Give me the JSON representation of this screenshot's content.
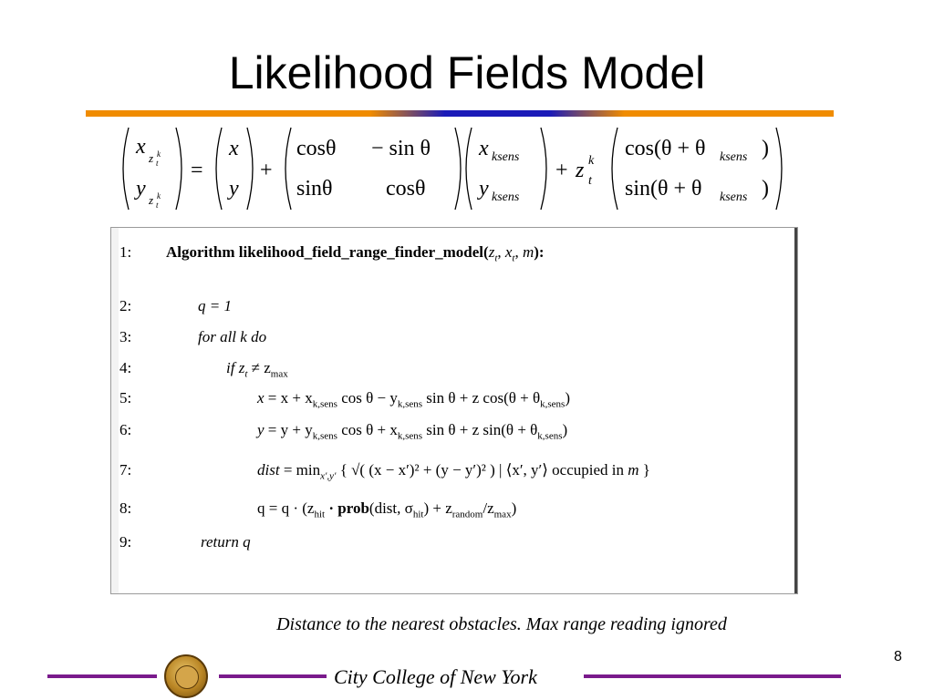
{
  "slide": {
    "title": "Likelihood Fields Model",
    "caption": "Distance to the nearest obstacles.  Max range reading ignored",
    "page_number": "8",
    "footer": "City College of New York"
  },
  "formula": {
    "lhs_x": "x",
    "lhs_y": "y",
    "lhs_sub": "z",
    "lhs_sub_t": "t",
    "lhs_sub_k": "k",
    "eq": "=",
    "vec_x": "x",
    "vec_y": "y",
    "plus1": "+",
    "cos1": "cosθ",
    "msin": "− sin θ",
    "sin1": "sinθ",
    "cos2": "cosθ",
    "xksens_x": "x",
    "xksens_sub": "ksens",
    "yksens_y": "y",
    "yksens_sub": "ksens",
    "plus2": "+",
    "z": "z",
    "z_sup": "k",
    "z_sub": "t",
    "cos_paren": "cos(θ + θ",
    "sin_paren": "sin(θ + θ",
    "ksens": "ksens",
    "close_paren": ")"
  },
  "algorithm": {
    "lines": [
      {
        "num": "1:"
      },
      {
        "num": "2:"
      },
      {
        "num": "3:"
      },
      {
        "num": "4:"
      },
      {
        "num": "5:"
      },
      {
        "num": "6:"
      },
      {
        "num": "7:"
      },
      {
        "num": "8:"
      },
      {
        "num": "9:"
      }
    ],
    "header_label": "Algorithm likelihood_field_range_finder_model(",
    "header_args": "z",
    "header_args_sub": "t",
    "header_sep": ", ",
    "header_x": "x",
    "header_x_sub": "t",
    "header_m": "m",
    "header_close": "):",
    "l2": "q = 1",
    "l3_for": "for all",
    "l3_k": "k",
    "l3_do": "do",
    "l4_if": "if",
    "l4_cond": "z",
    "l4_neq": "≠ z",
    "l4_max": "max",
    "l5_lhs": "x",
    "l5_rhs": "= x + x",
    "l5_ks": "k,sens",
    "l5_mid": " cos θ − y",
    "l5_mid2": " sin θ + z",
    "l5_end": " cos(θ + θ",
    "l5_tail": ")",
    "l6_lhs": "y",
    "l6_rhs": "= y + y",
    "l6_mid": " cos θ + x",
    "l6_mid2": " sin θ + z",
    "l6_end": " sin(θ + θ",
    "l7_dist": "dist",
    "l7_eq": " = min",
    "l7_under": "x′,y′",
    "l7_body": "{ √( (x",
    "l7_body2": " − x′)² + (y",
    "l7_body3": " − y′)² ) | ⟨x′, y′⟩ occupied in",
    "l7_m": "m",
    "l7_close": "}",
    "l8_lhs": "q = q · (z",
    "l8_hit": "hit",
    "l8_prob": " · prob",
    "l8_args": "(dist, σ",
    "l8_args2": ") + ",
    "l8_num": "z",
    "l8_num_sub": "random",
    "l8_den": "z",
    "l8_den_sub": "max",
    "l8_close": ")",
    "l9": "return q"
  },
  "colors": {
    "title_rule_orange": "#f08c00",
    "title_rule_blue": "#1a1ab8",
    "footer_purple": "#7a1a8c"
  }
}
